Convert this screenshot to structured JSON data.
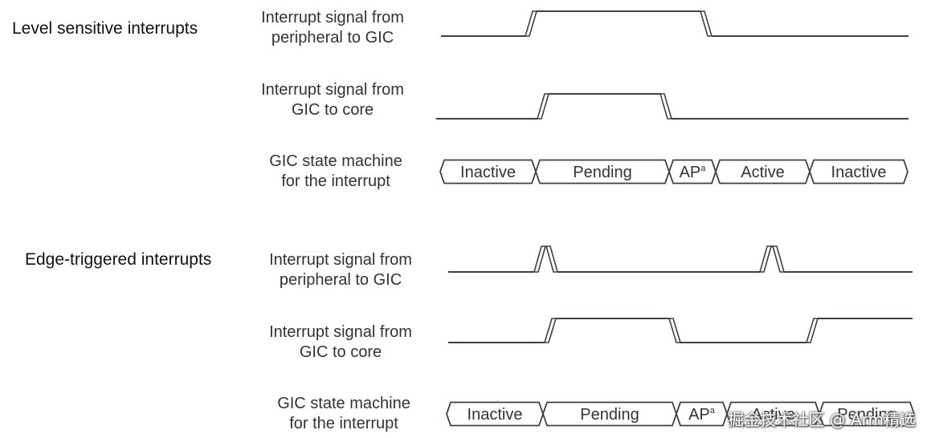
{
  "sections": [
    {
      "title": "Level sensitive interrupts",
      "rows": [
        {
          "label_lines": [
            "Interrupt signal from",
            "peripheral to GIC"
          ]
        },
        {
          "label_lines": [
            "Interrupt signal from",
            "GIC to core"
          ]
        },
        {
          "label_lines": [
            "GIC state machine",
            "for the interrupt"
          ]
        }
      ],
      "states": [
        {
          "label": "Inactive",
          "sup": ""
        },
        {
          "label": "Pending",
          "sup": ""
        },
        {
          "label": "AP",
          "sup": "a"
        },
        {
          "label": "Active",
          "sup": ""
        },
        {
          "label": "Inactive",
          "sup": ""
        }
      ]
    },
    {
      "title": "Edge-triggered interrupts",
      "rows": [
        {
          "label_lines": [
            "Interrupt signal from",
            "peripheral to GIC"
          ]
        },
        {
          "label_lines": [
            "Interrupt signal from",
            "GIC to core"
          ]
        },
        {
          "label_lines": [
            "GIC state machine",
            "for the interrupt"
          ]
        }
      ],
      "states": [
        {
          "label": "Inactive",
          "sup": ""
        },
        {
          "label": "Pending",
          "sup": ""
        },
        {
          "label": "AP",
          "sup": "a"
        },
        {
          "label": "Active",
          "sup": ""
        },
        {
          "label": "Pending",
          "sup": ""
        }
      ]
    }
  ],
  "watermark": "掘金技术社区 @ Arm精选"
}
